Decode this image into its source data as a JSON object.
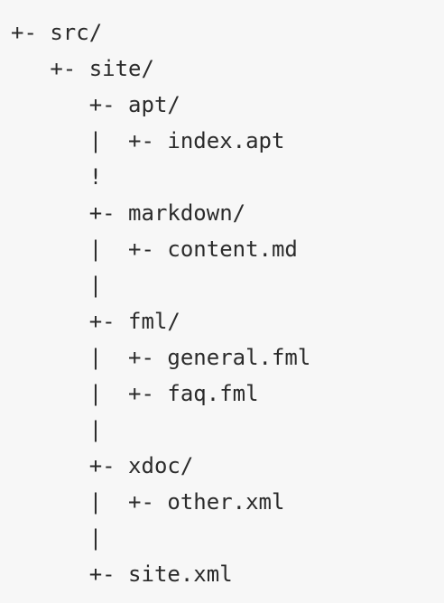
{
  "tree": {
    "lines": [
      "+- src/",
      "   +- site/",
      "      +- apt/",
      "      |  +- index.apt",
      "      !",
      "      +- markdown/",
      "      |  +- content.md",
      "      |",
      "      +- fml/",
      "      |  +- general.fml",
      "      |  +- faq.fml",
      "      |",
      "      +- xdoc/",
      "      |  +- other.xml",
      "      |",
      "      +- site.xml"
    ]
  }
}
